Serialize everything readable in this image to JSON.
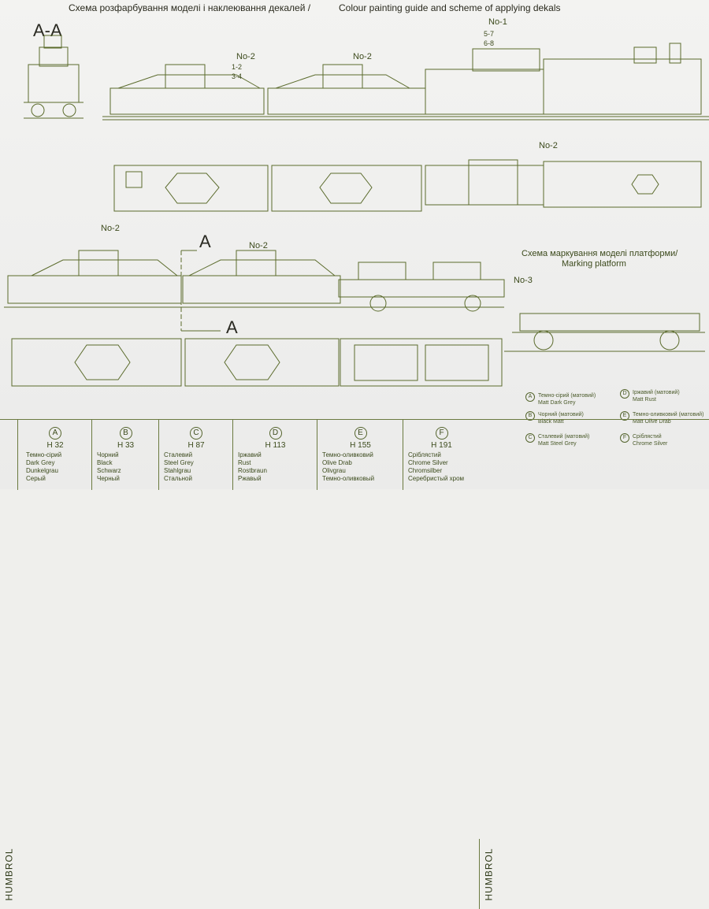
{
  "header": {
    "title_ua": "Схема розфарбування моделі і наклеювання декалей /",
    "title_en": "Colour painting guide and scheme of applying dekals"
  },
  "section_aa": "A-A",
  "section_a_top": "A",
  "section_a_bottom": "A",
  "decal_labels": {
    "no1": "No-1",
    "no2a": "No-2",
    "no2b": "No-2",
    "no2c": "No-2",
    "no2d": "No-2",
    "no2e": "No-2",
    "no3": "No-3",
    "r12": "1-2",
    "r34": "3-4",
    "r57": "5-7",
    "r68": "6-8"
  },
  "platform_title": {
    "ua": "Схема маркування моделі платформи/",
    "en": "Marking platform"
  },
  "legend": [
    {
      "letter": "A",
      "ua": "Темно-сірий (матовий)",
      "en": "Matt Dark Grey"
    },
    {
      "letter": "D",
      "ua": "Іржавий (матовий)",
      "en": "Matt Rust"
    },
    {
      "letter": "B",
      "ua": "Чорний (матовий)",
      "en": "Black Matt"
    },
    {
      "letter": "E",
      "ua": "Темно-оливковий (матовий)",
      "en": "Matt Olive Drab"
    },
    {
      "letter": "C",
      "ua": "Сталевий (матовий)",
      "en": "Matt Steel Grey"
    },
    {
      "letter": "F",
      "ua": "Сріблястий",
      "en": "Chrome Silver"
    }
  ],
  "paints": {
    "brand": "HUMBROL",
    "columns": [
      {
        "letter": "A",
        "code": "H 32",
        "names": [
          "Темно-сірий",
          "Dark Grey",
          "Dunkelgrau",
          "Серый"
        ]
      },
      {
        "letter": "B",
        "code": "H 33",
        "names": [
          "Чорний",
          "Black",
          "Schwarz",
          "Черный"
        ]
      },
      {
        "letter": "C",
        "code": "H 87",
        "names": [
          "Сталевий",
          "Steel Grey",
          "Stahlgrau",
          "Стальной"
        ]
      },
      {
        "letter": "D",
        "code": "H 113",
        "names": [
          "Іржавий",
          "Rust",
          "Rostbraun",
          "Ржавый"
        ]
      },
      {
        "letter": "E",
        "code": "H 155",
        "names": [
          "Темно-оливковий",
          "Olive Drab",
          "Olivgrau",
          "Темно-оливковый"
        ]
      },
      {
        "letter": "F",
        "code": "H 191",
        "names": [
          "Сріблястий",
          "Chrome Silver",
          "Chromsilber",
          "Серебристый хром"
        ]
      }
    ]
  },
  "colors": {
    "line": "#5b6b2c",
    "ink": "#2a2a1e",
    "paper": "#efefec"
  }
}
